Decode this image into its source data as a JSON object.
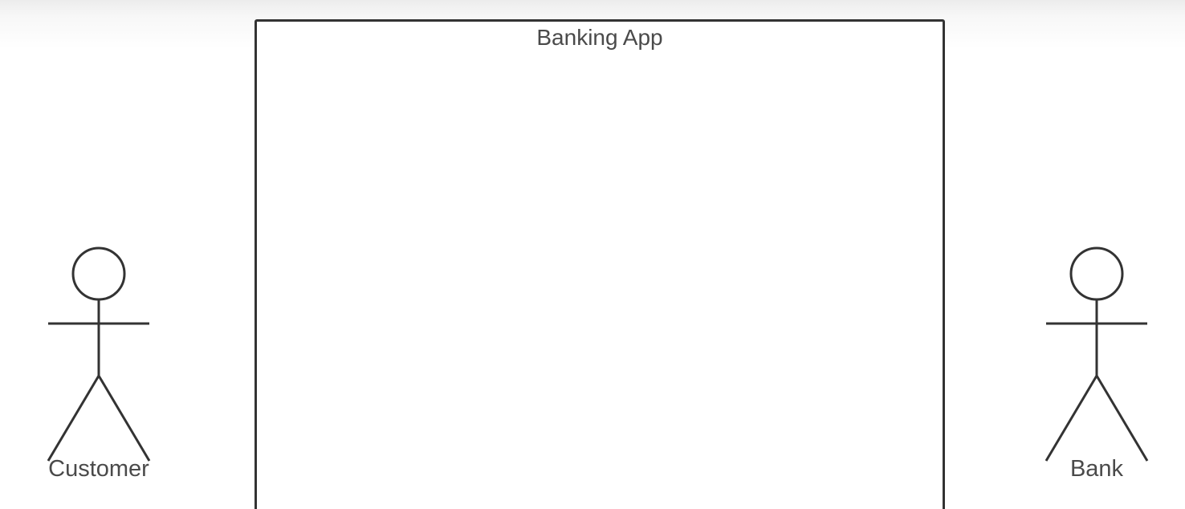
{
  "diagram": {
    "system": {
      "title": "Banking App"
    },
    "actors": [
      {
        "label": "Customer"
      },
      {
        "label": "Bank"
      }
    ]
  },
  "colors": {
    "stroke": "#333333",
    "text": "#4a4a4a",
    "background": "#ffffff"
  }
}
